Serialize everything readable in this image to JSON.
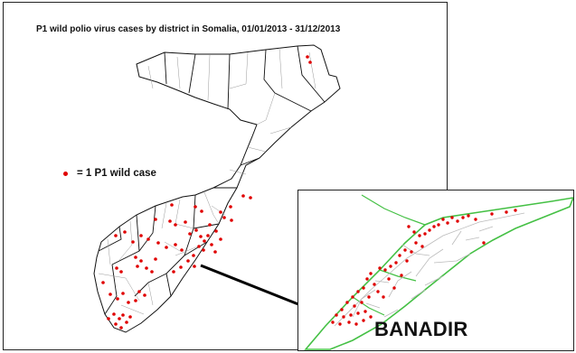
{
  "map": {
    "title": "P1 wild polio virus cases by district in Somalia, 01/01/2013 - 31/12/2013",
    "legend_label": "= 1 P1 wild case",
    "case_color": "#e00000",
    "boundary_color": "#111111",
    "district_line_color": "#999999"
  },
  "inset": {
    "label": "BANADIR",
    "border_color": "#44c044",
    "road_color": "#bbbbbb",
    "case_color": "#e00000"
  }
}
